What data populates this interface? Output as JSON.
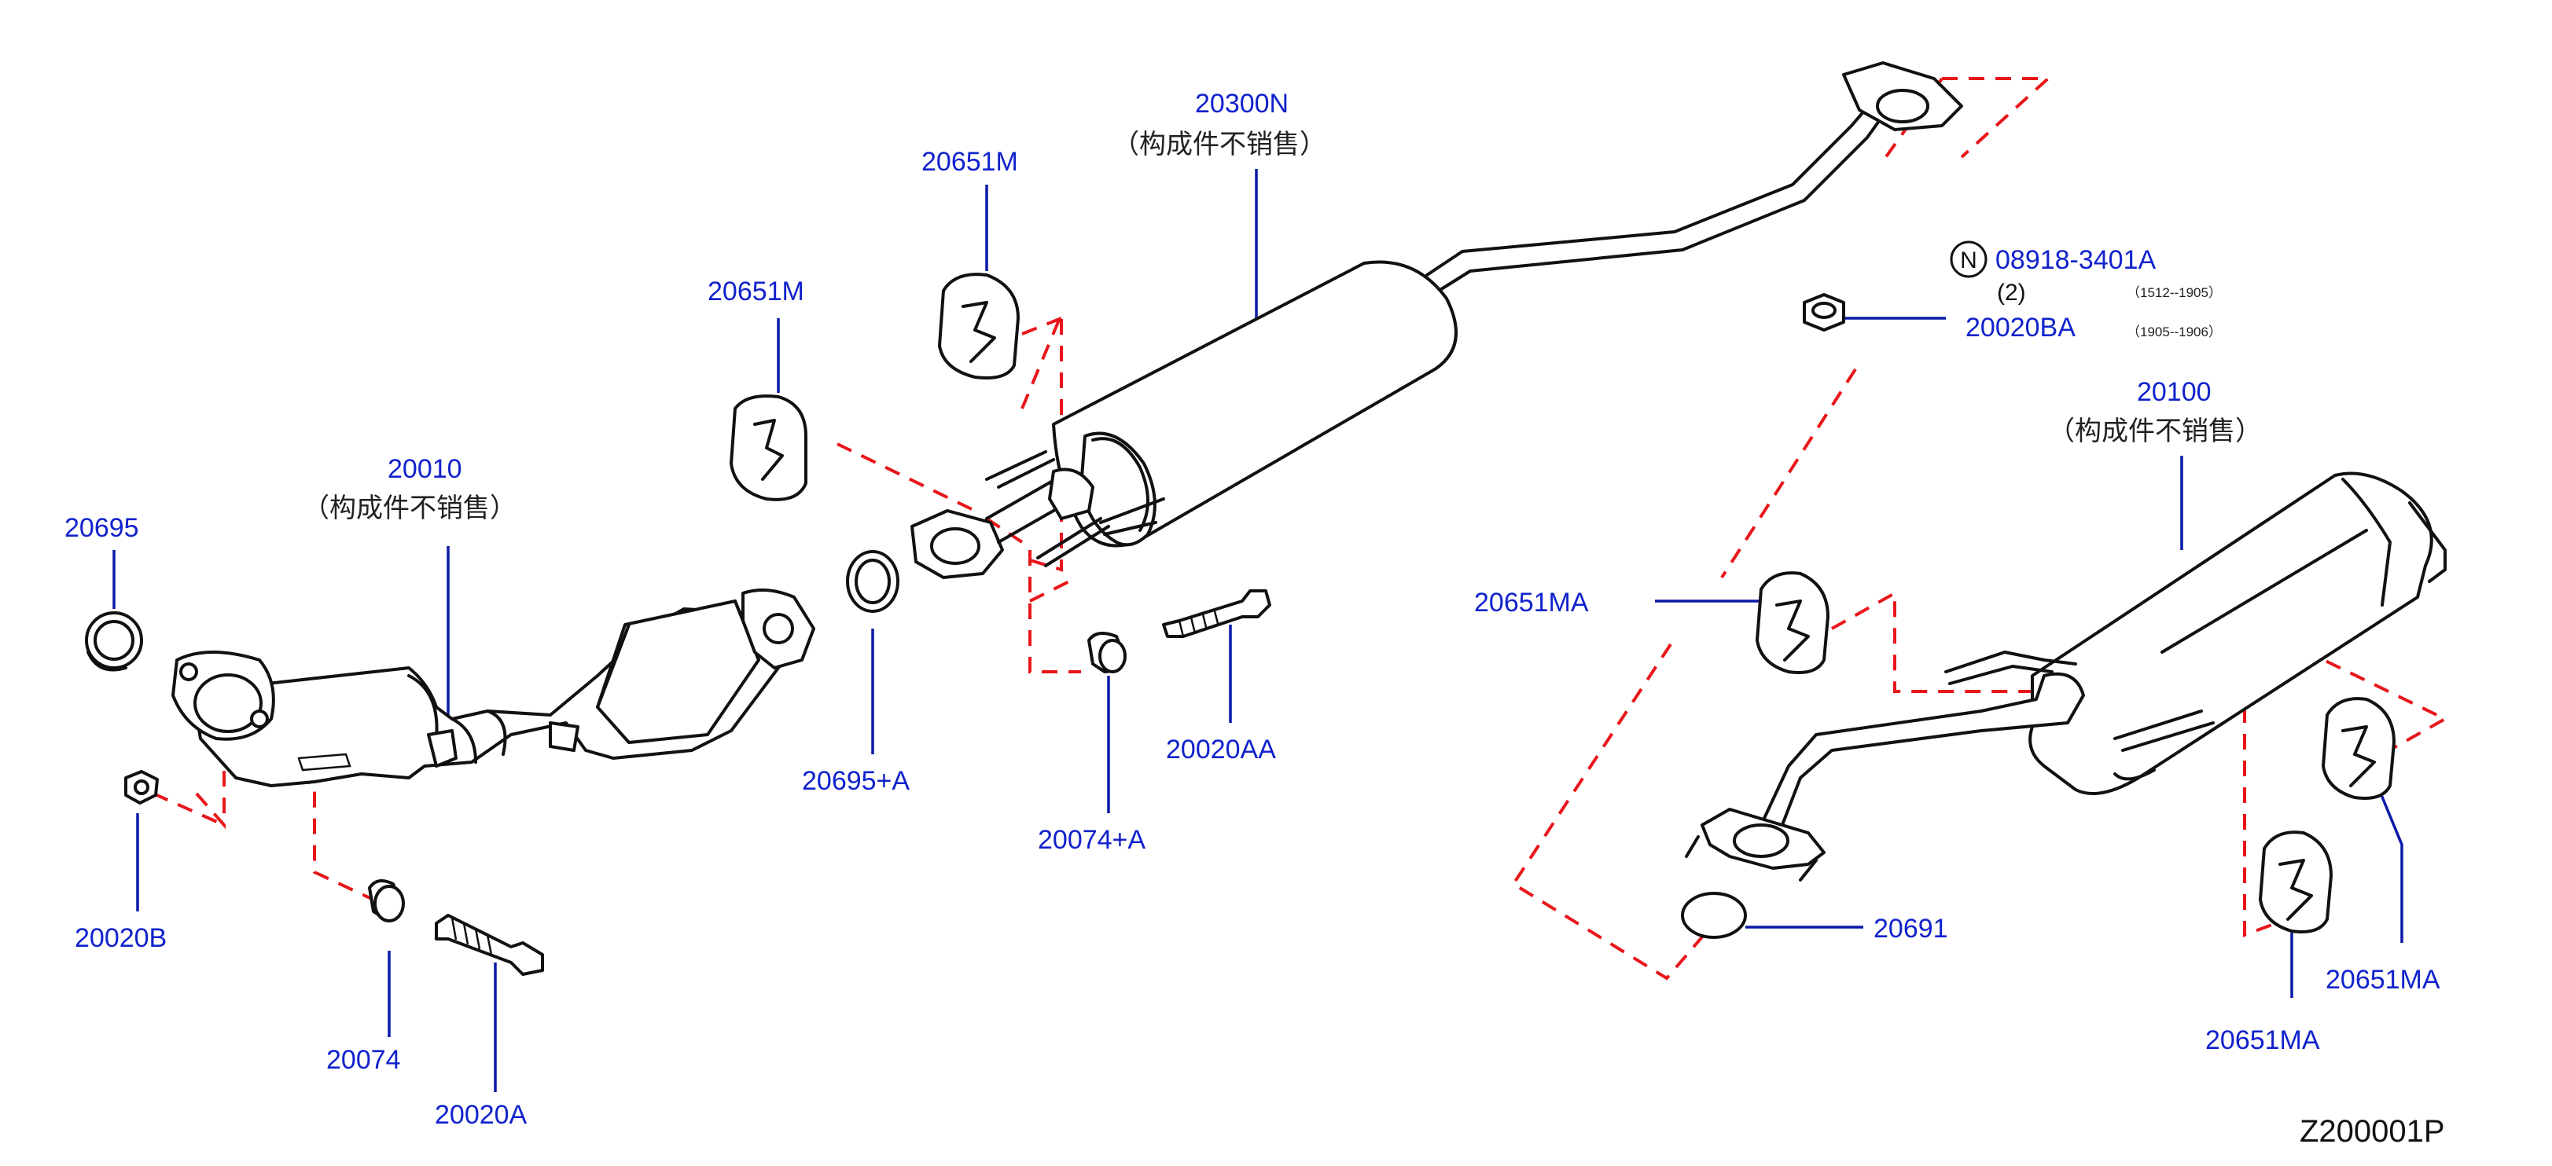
{
  "diagram_code": "Z200001P",
  "parts": {
    "p20010": {
      "number": "20010",
      "note": "（构成件不销售）"
    },
    "p20300N": {
      "number": "20300N",
      "note": "（构成件不销售）"
    },
    "p20100": {
      "number": "20100",
      "note": "（构成件不销售）"
    },
    "p20695": {
      "number": "20695"
    },
    "p20695A": {
      "number": "20695+A"
    },
    "p20651M_a": {
      "number": "20651M"
    },
    "p20651M_b": {
      "number": "20651M"
    },
    "p20651MA_a": {
      "number": "20651MA"
    },
    "p20651MA_b": {
      "number": "20651MA"
    },
    "p20651MA_c": {
      "number": "20651MA"
    },
    "p20020B": {
      "number": "20020B"
    },
    "p20020A": {
      "number": "20020A"
    },
    "p20020AA": {
      "number": "20020AA"
    },
    "p20020BA": {
      "number": "20020BA"
    },
    "p20074": {
      "number": "20074"
    },
    "p20074A": {
      "number": "20074+A"
    },
    "p20691": {
      "number": "20691"
    },
    "p08918": {
      "badge": "N",
      "number": "08918-3401A",
      "qty": "(2)",
      "range1": "（1512--1905）",
      "range2": "（1905--1906）"
    }
  },
  "colors": {
    "label": "#1122cc",
    "leader": "#0a1aa8",
    "dash": "#e8161a",
    "drawing": "#111111"
  }
}
